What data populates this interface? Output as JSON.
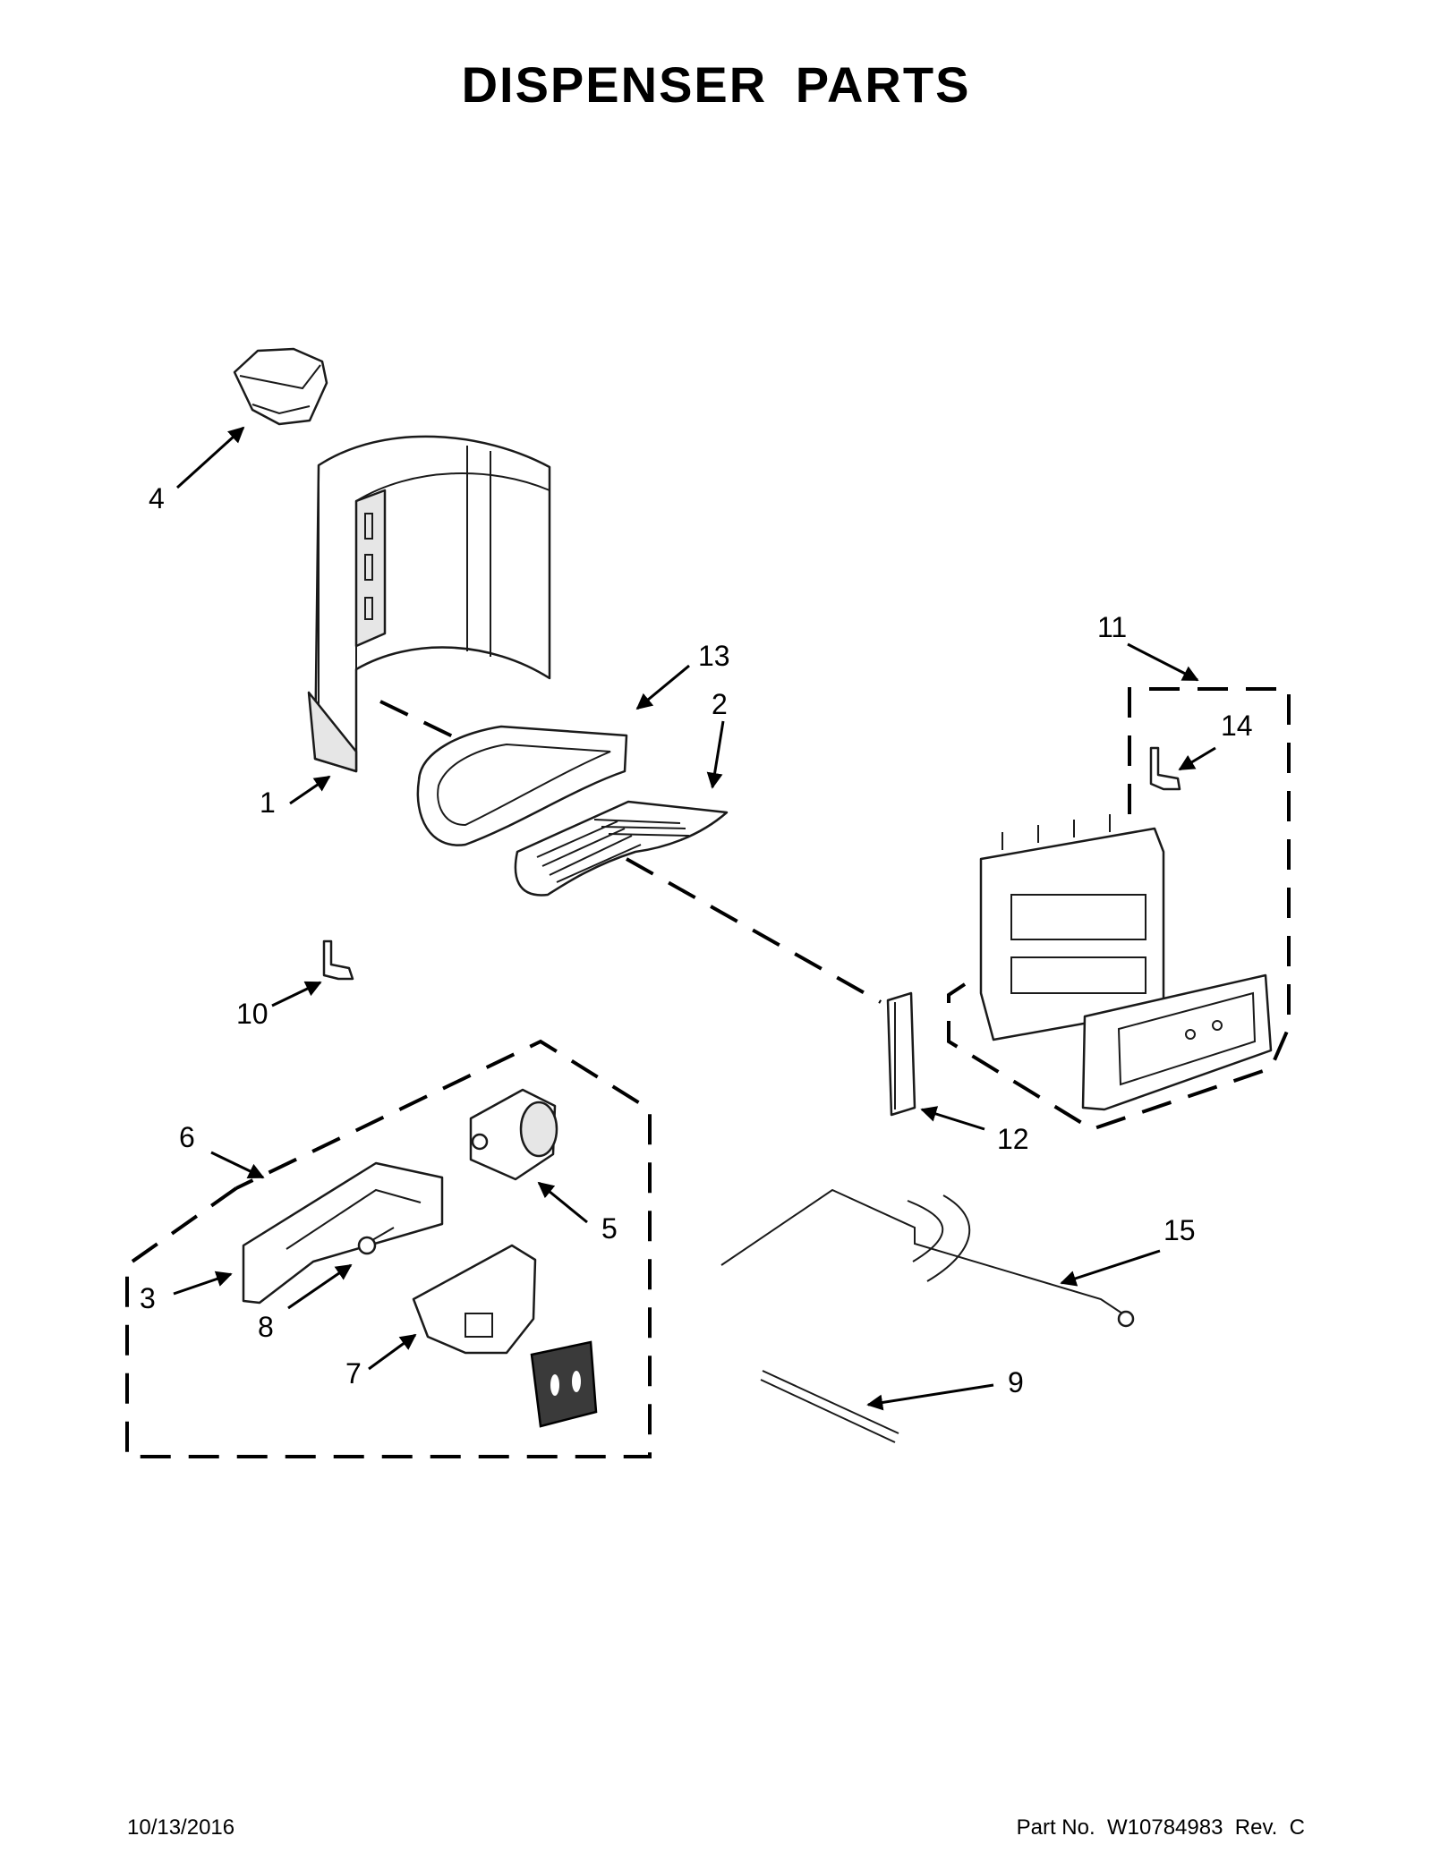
{
  "title": "DISPENSER PARTS",
  "callouts": [
    {
      "id": "1",
      "label": "1"
    },
    {
      "id": "2",
      "label": "2"
    },
    {
      "id": "3",
      "label": "3"
    },
    {
      "id": "4",
      "label": "4"
    },
    {
      "id": "5",
      "label": "5"
    },
    {
      "id": "6",
      "label": "6"
    },
    {
      "id": "7",
      "label": "7"
    },
    {
      "id": "8",
      "label": "8"
    },
    {
      "id": "9",
      "label": "9"
    },
    {
      "id": "10",
      "label": "10"
    },
    {
      "id": "11",
      "label": "11"
    },
    {
      "id": "12",
      "label": "12"
    },
    {
      "id": "13",
      "label": "13"
    },
    {
      "id": "14",
      "label": "14"
    },
    {
      "id": "15",
      "label": "15"
    }
  ],
  "footer": {
    "date": "10/13/2016",
    "part_number": "Part No.  W10784983  Rev.  C"
  }
}
